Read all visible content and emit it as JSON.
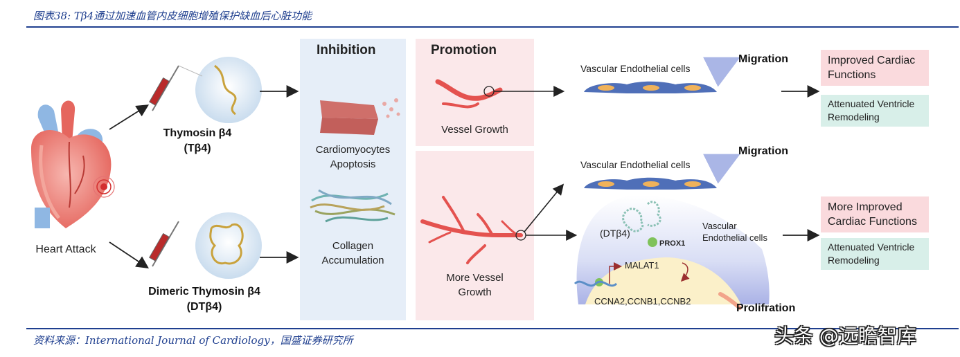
{
  "figure_title": "图表38: Tβ4通过加速血管内皮细胞增殖保护缺血后心脏功能",
  "source": "资料来源：International Journal of Cardiology，国盛证券研究所",
  "watermark": "头条 @远瞻智库",
  "heart_label": "Heart Attack",
  "tb4_label_line1": "Thymosin β4",
  "tb4_label_line2": "(Tβ4)",
  "dtb4_label_line1": "Dimeric Thymosin β4",
  "dtb4_label_line2": "(DTβ4)",
  "inhibition": {
    "header": "Inhibition",
    "item1_line1": "Cardiomyocytes",
    "item1_line2": "Apoptosis",
    "item2_line1": "Collagen",
    "item2_line2": "Accumulation"
  },
  "promotion": {
    "header": "Promotion",
    "item1": "Vessel Growth",
    "item2_line1": "More Vessel",
    "item2_line2": "Growth"
  },
  "top_branch": {
    "cells_label": "Vascular Endothelial cells",
    "migration": "Migration",
    "outcome_red_line1": "Improved Cardiac",
    "outcome_red_line2": "Functions",
    "outcome_green_line1": "Attenuated  Ventricle",
    "outcome_green_line2": "Remodeling"
  },
  "bottom_branch": {
    "cells_label": "Vascular Endothelial cells",
    "migration": "Migration",
    "dtb4": "(DTβ4)",
    "prox1": "PROX1",
    "cell_label_line1": "Vascular",
    "cell_label_line2": "Endothelial cells",
    "malat1": "MALAT1",
    "ccna": "CCNA2,CCNB1,CCNB2",
    "proliferation": "Prolifration",
    "outcome_red_line1": "More Improved",
    "outcome_red_line2": "Cardiac Functions",
    "outcome_green_line1": "Attenuated  Ventricle",
    "outcome_green_line2": "Remodeling"
  },
  "colors": {
    "title_blue": "#1f3f8f",
    "inhibition_bg": "#e6eef8",
    "promotion_bg": "#fbe8ea",
    "outcome_red_bg": "#fadadd",
    "outcome_green_bg": "#d8efe9",
    "vessel_red": "#e4524f",
    "endothelial_blue": "#4f6fb8",
    "nucleus_orange": "#f0b25a"
  }
}
